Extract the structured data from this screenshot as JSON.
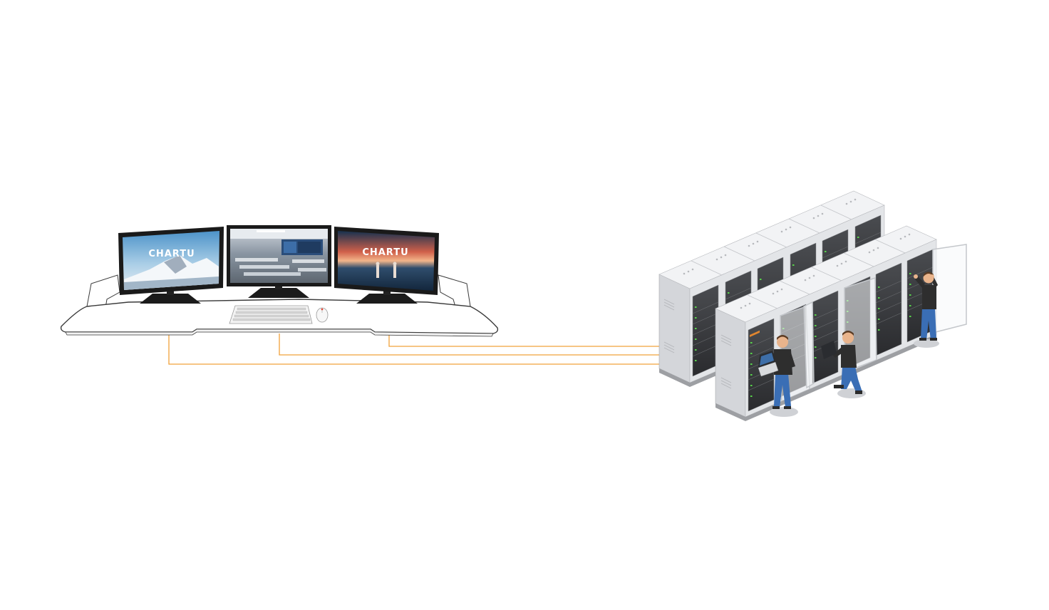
{
  "monitors": [
    {
      "brand": "CHARTU",
      "scene": "snowy-mountain-landscape"
    },
    {
      "brand": "",
      "scene": "control-room-photo"
    },
    {
      "brand": "CHARTU",
      "scene": "sunset-sea-with-figures"
    }
  ],
  "colors": {
    "cable": "#F0A23A",
    "desk_outline": "#3a3a3a",
    "rack_body": "#ECEDEF",
    "rack_side": "#C9CBCF",
    "rack_front": "#3B3D40",
    "led_green": "#57D24A",
    "shirt": "#2E2E2E",
    "jeans": "#3A6EB5",
    "skin": "#E9B48C"
  },
  "icons": {
    "keyboard": "keyboard-icon",
    "mouse": "mouse-icon",
    "server_rack": "server-rack-icon",
    "technician": "technician-icon"
  }
}
